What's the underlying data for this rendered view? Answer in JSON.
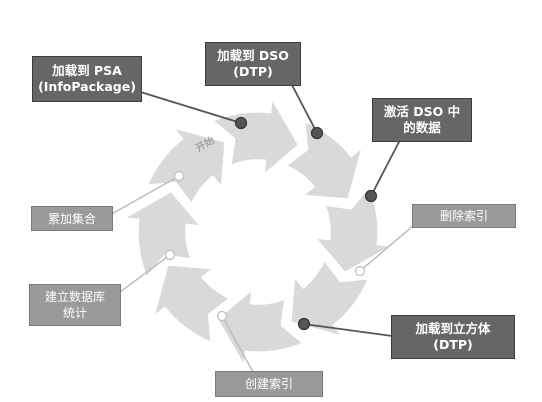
{
  "start_label": "开始",
  "steps": [
    {
      "label": "加载到 PSA",
      "label2": "(InfoPackage)",
      "style": "dark"
    },
    {
      "label": "加载到 DSO",
      "label2": "(DTP)",
      "style": "dark"
    },
    {
      "label": "激活 DSO 中",
      "label2": "的数据",
      "style": "dark"
    },
    {
      "label": "删除索引",
      "label2": "",
      "style": "light"
    },
    {
      "label": "加载到立方体",
      "label2": "(DTP)",
      "style": "dark"
    },
    {
      "label": "创建索引",
      "label2": "",
      "style": "light"
    },
    {
      "label": "建立数据库",
      "label2": "统计",
      "style": "light"
    },
    {
      "label": "累加集合",
      "label2": "",
      "style": "light"
    }
  ],
  "colors": {
    "ring": "#d9d9d9",
    "dark_box": "#666666",
    "light_box": "#9a9a9a",
    "dark_dot": "#555555",
    "light_dot": "#ffffff",
    "line": "#777777"
  }
}
